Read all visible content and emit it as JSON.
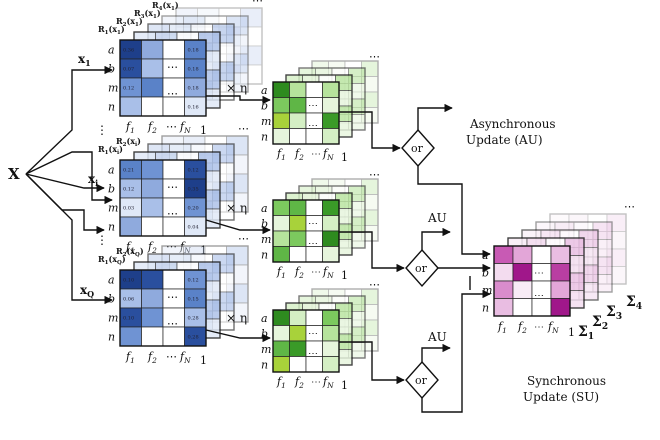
{
  "input": {
    "main": "X"
  },
  "branches": [
    {
      "id": "1",
      "input": "x",
      "input_sub": "1",
      "stack": [
        {
          "r": "R",
          "sub": "1",
          "arg": "x",
          "argsub": "1"
        },
        {
          "r": "R",
          "sub": "2",
          "arg": "x",
          "argsub": "1"
        },
        {
          "r": "R",
          "sub": "3",
          "arg": "x",
          "argsub": "1"
        },
        {
          "r": "R",
          "sub": "4",
          "arg": "x",
          "argsub": "1"
        }
      ],
      "values": [
        [
          "0.36",
          "",
          "",
          "0.18"
        ],
        [
          "0.07",
          "",
          "",
          "0.18"
        ],
        [
          "0.12",
          "",
          "",
          "0.18"
        ],
        [
          "",
          "",
          "",
          "0.16"
        ]
      ]
    },
    {
      "id": "i",
      "input": "x",
      "input_sub": "i",
      "stack": [
        {
          "r": "R",
          "sub": "1",
          "arg": "x",
          "argsub": "i"
        },
        {
          "r": "R",
          "sub": "2",
          "arg": "x",
          "argsub": "i"
        }
      ],
      "values": [
        [
          "0.21",
          "",
          "",
          "0.12"
        ],
        [
          "0.12",
          "",
          "",
          "0.35"
        ],
        [
          "0.03",
          "",
          "",
          "0.20"
        ],
        [
          "",
          "",
          "",
          "0.04"
        ]
      ]
    },
    {
      "id": "Q",
      "input": "x",
      "input_sub": "Q",
      "stack": [
        {
          "r": "R",
          "sub": "1",
          "arg": "x",
          "argsub": "Q"
        },
        {
          "r": "R",
          "sub": "2",
          "arg": "x",
          "argsub": "Q"
        }
      ],
      "values": [
        [
          "0.10",
          "",
          "",
          "0.12"
        ],
        [
          "0.06",
          "",
          "",
          "0.15"
        ],
        [
          "0.10",
          "",
          "",
          "0.28"
        ],
        [
          "",
          "",
          "",
          "0.28"
        ]
      ]
    }
  ],
  "rows": [
    "a",
    "b",
    "m",
    "n"
  ],
  "cols": {
    "f1": "f",
    "f1_sub": "1",
    "f2": "f",
    "f2_sub": "2",
    "fN": "f",
    "fN_sub": "N",
    "one": "1"
  },
  "multiplier": "× η",
  "ellipsis": "⋯",
  "vdots": "⋮",
  "or_label": "or",
  "au": {
    "line1": "Asynchronous",
    "line2": "Update (AU)",
    "short": "AU"
  },
  "su": {
    "line1": "Synchronous",
    "line2": "Update (SU)"
  },
  "sigma": [
    {
      "s": "Σ",
      "sub": "1"
    },
    {
      "s": "Σ",
      "sub": "2"
    },
    {
      "s": "Σ",
      "sub": "3"
    },
    {
      "s": "Σ",
      "sub": "4"
    }
  ],
  "colors": {
    "blue_dark": "#1e3f8a",
    "blue_mid": "#5a82c8",
    "blue_light": "#b7c9ea",
    "green_dark": "#2e8b1f",
    "green_mid": "#7cc95e",
    "green_light": "#c9ecb8",
    "yellow_green": "#a8d23a",
    "magenta_dark": "#a0178a",
    "magenta_mid": "#d26bc0",
    "magenta_light": "#eec3e6",
    "line": "#111111"
  }
}
